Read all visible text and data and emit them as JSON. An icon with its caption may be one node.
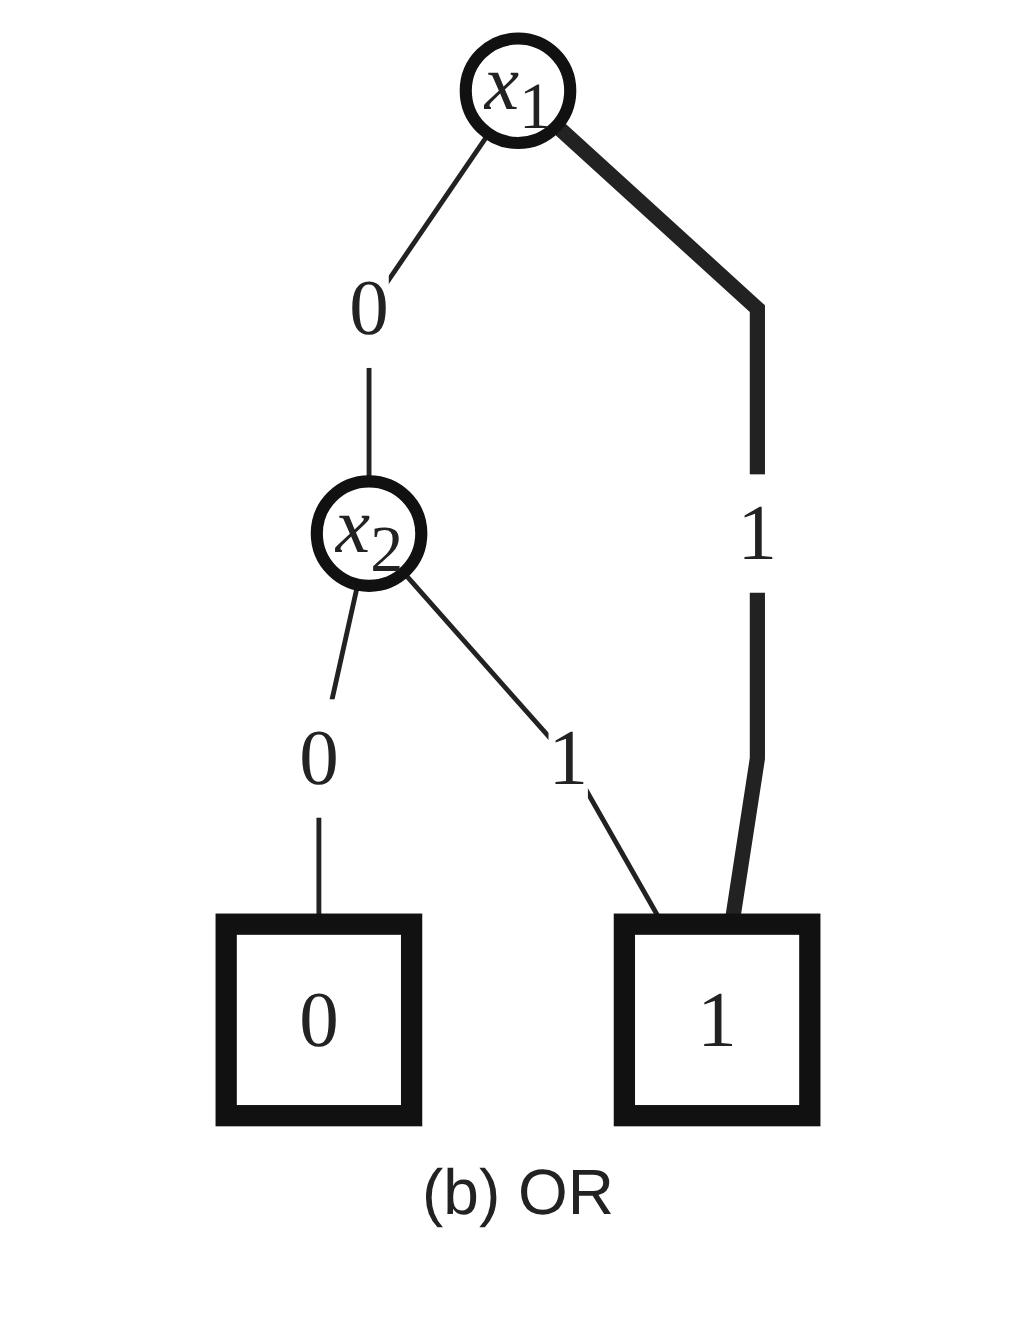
{
  "diagram": {
    "caption": "(b) OR",
    "nodes": [
      {
        "text": [
          "*x*$_{1}$"
        ]
      },
      {
        "text": [
          "*x*$_{2}$"
        ]
      },
      {
        "text": [
          "0"
        ]
      },
      {
        "text": [
          "1"
        ]
      }
    ],
    "edges": [
      {
        "from": 0,
        "to": 1,
        "arrow": "none",
        "label": "0"
      },
      {
        "from": 0,
        "to": 3,
        "arrow": "none",
        "label": "1",
        "style": "thick"
      },
      {
        "from": 1,
        "to": 2,
        "arrow": "none",
        "label": "0"
      },
      {
        "from": 1,
        "to": 3,
        "arrow": "none",
        "label": "1"
      }
    ]
  }
}
